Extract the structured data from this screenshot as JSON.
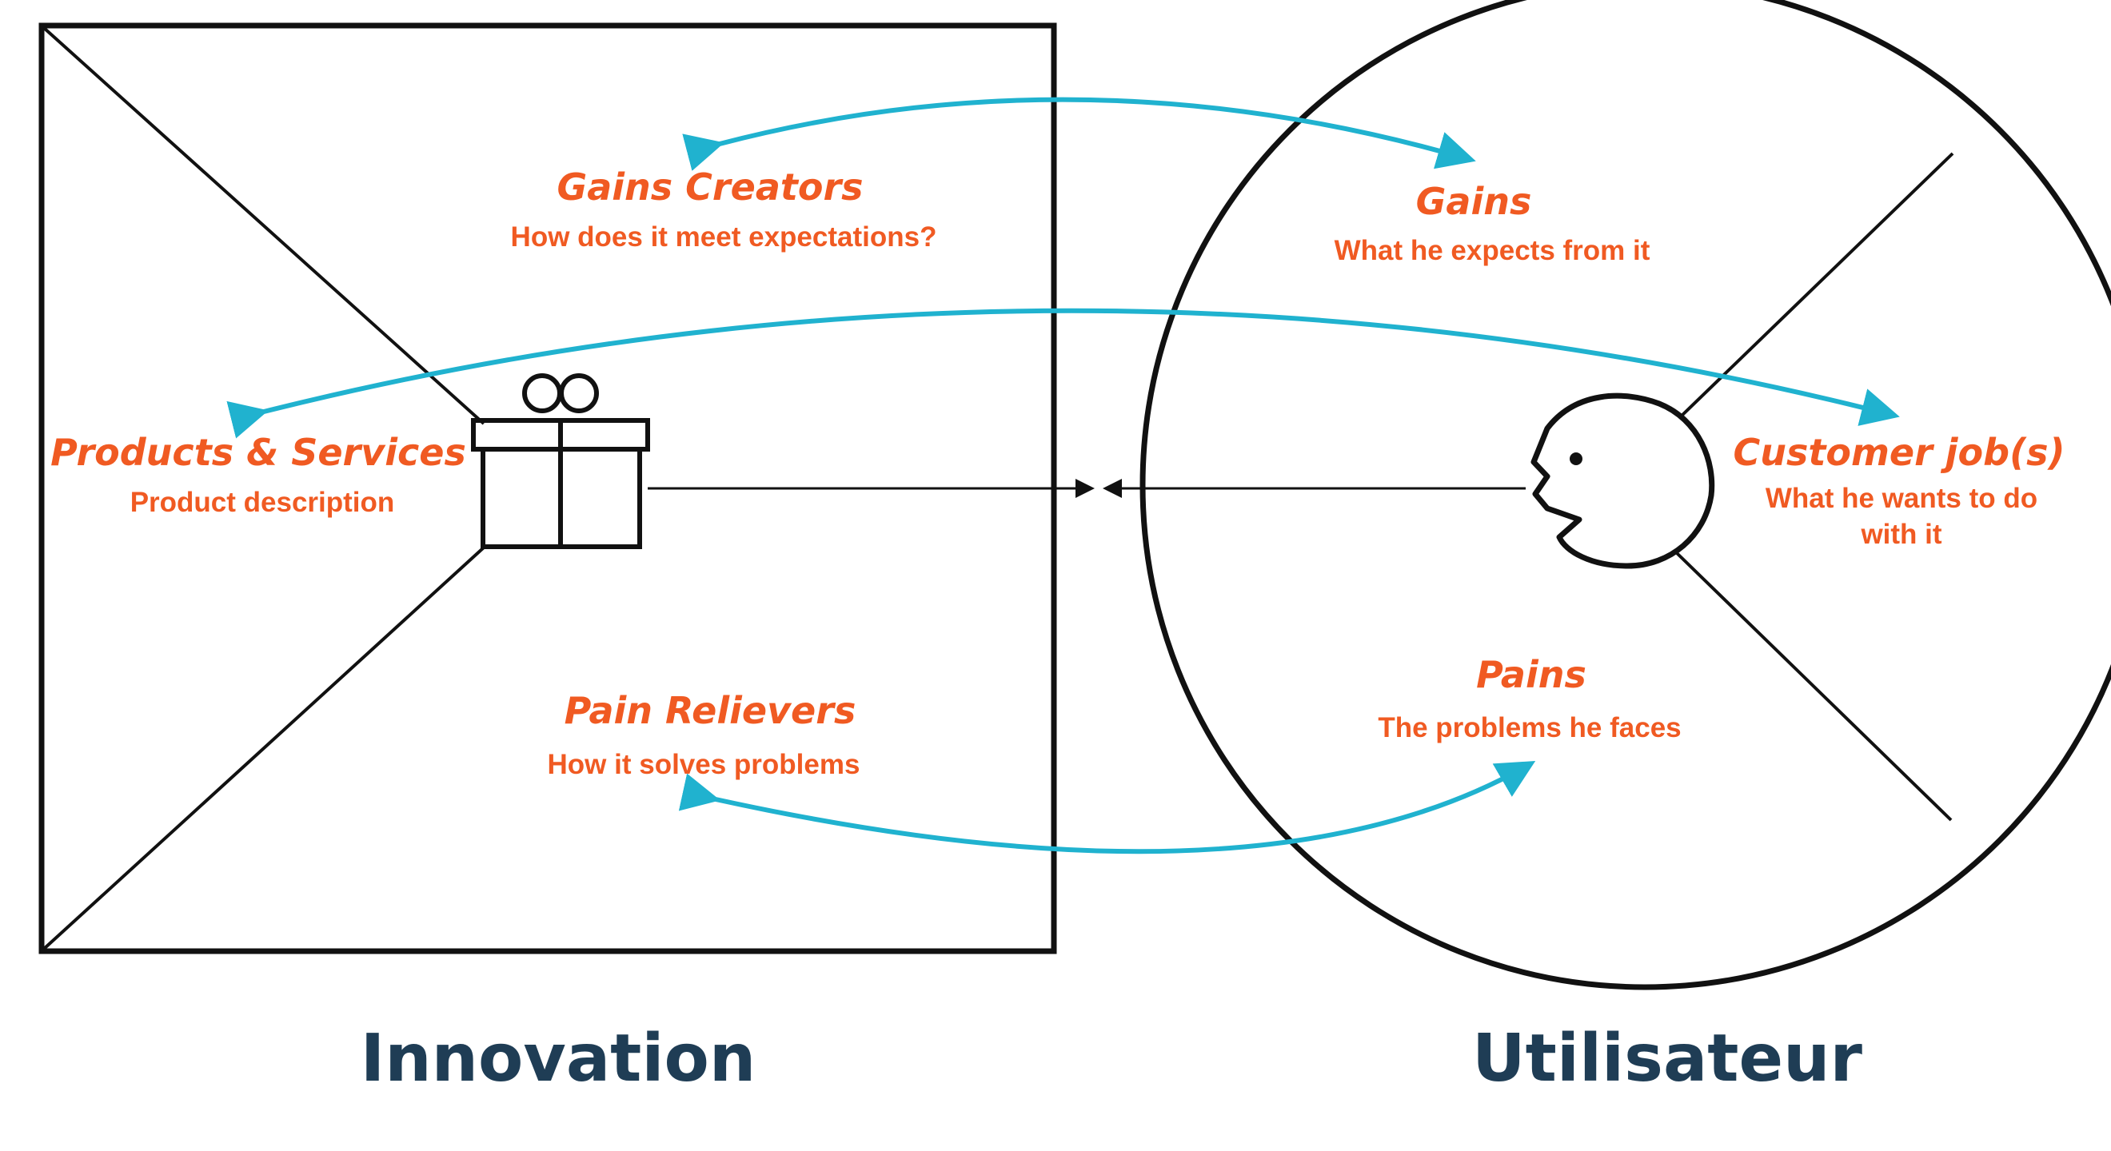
{
  "colors": {
    "label": "#f05a22",
    "arrow": "#20b2cf",
    "title": "#1f3d55",
    "stroke": "#111111"
  },
  "icons": [
    "gift-icon",
    "customer-face-icon"
  ],
  "innovation": {
    "title": "Innovation",
    "gain_creators": {
      "heading": "Gains Creators",
      "description": "How does it meet expectations?"
    },
    "products_services": {
      "heading": "Products & Services",
      "description": "Product description"
    },
    "pain_relievers": {
      "heading": "Pain Relievers",
      "description": "How it solves problems"
    }
  },
  "user": {
    "title": "Utilisateur",
    "gains": {
      "heading": "Gains",
      "description": "What he expects from it"
    },
    "customer_jobs": {
      "heading": "Customer job(s)",
      "description_line1": "What he wants to do",
      "description_line2": "with it"
    },
    "pains": {
      "heading": "Pains",
      "description": "The problems he faces"
    }
  }
}
